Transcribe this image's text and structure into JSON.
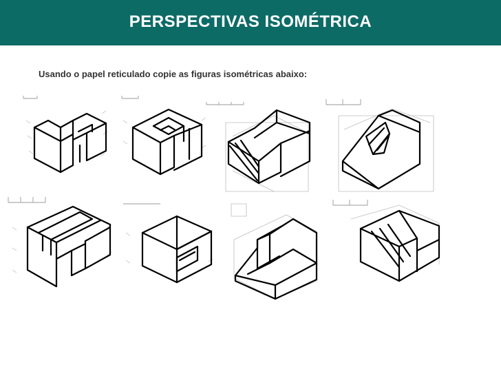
{
  "header": {
    "title": "PERSPECTIVAS ISOMÉTRICA",
    "background_color": "#0d6b66"
  },
  "instructions": {
    "text": "Usando o papel reticulado copie as figuras isométricas abaixo:"
  },
  "figures": [
    {
      "name": "isometric-figure-1"
    },
    {
      "name": "isometric-figure-2"
    },
    {
      "name": "isometric-figure-3"
    },
    {
      "name": "isometric-figure-4"
    },
    {
      "name": "isometric-figure-5"
    },
    {
      "name": "isometric-figure-6"
    },
    {
      "name": "isometric-figure-7"
    },
    {
      "name": "isometric-figure-8"
    }
  ]
}
